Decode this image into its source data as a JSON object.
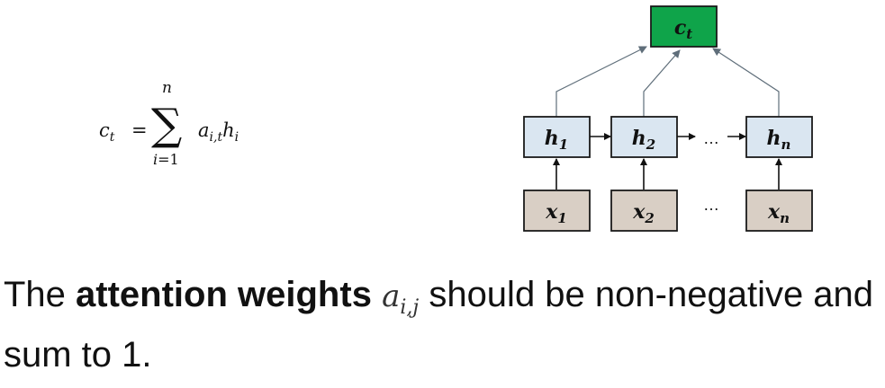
{
  "formula": {
    "lhs": "c",
    "lhs_sub": "t",
    "equals": "=",
    "sum_symbol": "∑",
    "upper": "n",
    "lower_var": "i",
    "lower_rest": "=1",
    "term_a": "a",
    "term_a_sub": "i,t",
    "term_h": "h",
    "term_h_sub": "i"
  },
  "diagram": {
    "output": {
      "base": "c",
      "sub": "t",
      "fill": "#0fa44a"
    },
    "hidden": [
      {
        "base": "h",
        "sub": "1"
      },
      {
        "base": "h",
        "sub": "2"
      },
      {
        "base": "h",
        "sub": "n"
      }
    ],
    "inputs": [
      {
        "base": "x",
        "sub": "1"
      },
      {
        "base": "x",
        "sub": "2"
      },
      {
        "base": "x",
        "sub": "n"
      }
    ],
    "hidden_ellipsis": "…",
    "input_ellipsis": "…",
    "colors": {
      "hidden_fill": "#dae6f1",
      "input_fill": "#d9cfc5",
      "connector": "#5f6e7a"
    }
  },
  "caption": {
    "part1": "The ",
    "bold": "attention weights",
    "space": " ",
    "math_base": "a",
    "math_sub": "i,j",
    "part2": " should be non-negative and sum to 1."
  }
}
